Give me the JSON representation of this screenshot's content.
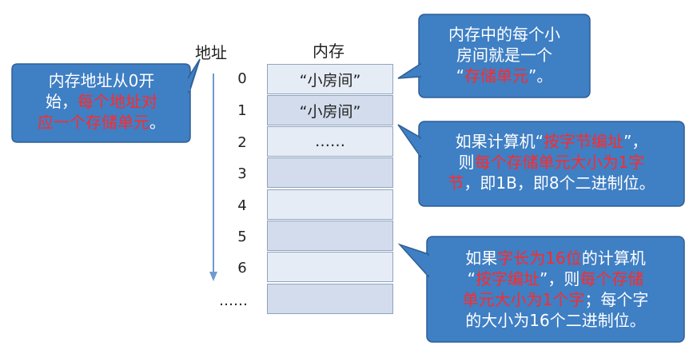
{
  "labels": {
    "address": "地址",
    "memory": "内存"
  },
  "addresses": [
    "0",
    "1",
    "2",
    "3",
    "4",
    "5",
    "6",
    "……"
  ],
  "cells": [
    "“小房间”",
    "“小房间”",
    "……",
    "",
    "",
    "",
    "",
    ""
  ],
  "callouts": {
    "left": {
      "line1": "内存地址从0开",
      "line2a": "始，",
      "line2b": "每个地址对",
      "line3a": "应一个存储单元",
      "line3b": "。"
    },
    "top_right": {
      "line1": "内存中的每个小",
      "line2": "房间就是一个",
      "line3a": "“",
      "line3b": "存储单元",
      "line3c": "”。"
    },
    "mid_right": {
      "line1a": "如果计算机“",
      "line1b": "按字节编址",
      "line1c": "”，",
      "line2a": "则",
      "line2b": "每个存储单元大小为1字",
      "line3a": "节",
      "line3b": "，即1B，即8个二进制位。"
    },
    "bottom_right": {
      "line1a": "如果",
      "line1b": "字长为16位",
      "line1c": "的计算机",
      "line2a": "“",
      "line2b": "按字编址",
      "line2c": "”，则",
      "line2d": "每个存储",
      "line3a": "单元大小为1个字",
      "line3b": "；每个字",
      "line4": "的大小为16个二进制位。"
    }
  },
  "colors": {
    "callout_fill": "#3f7fc4",
    "callout_stroke": "#2f5f96",
    "highlight": "#ff2a2a",
    "axis": "#6e9bd0"
  }
}
